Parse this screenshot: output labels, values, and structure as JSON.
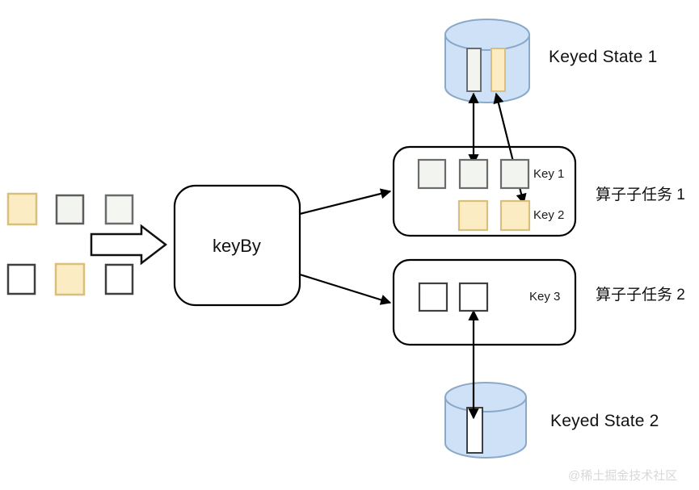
{
  "diagram": {
    "title": "Flink keyBy and Keyed State diagram",
    "process": {
      "keyby_label": "keyBy"
    },
    "input_stream": {
      "name": "input-records",
      "rows": [
        [
          {
            "id": "in-1",
            "fill": "#fcecc3",
            "stroke": "#d9bf7a"
          },
          {
            "id": "in-2",
            "fill": "#f2f4ef",
            "stroke": "#5c5c5c"
          },
          {
            "id": "in-3",
            "fill": "#f4f6f1",
            "stroke": "#6b6b6b"
          }
        ],
        [
          {
            "id": "in-4",
            "fill": "#ffffff",
            "stroke": "#3f3f3f"
          },
          {
            "id": "in-5",
            "fill": "#fcecc3",
            "stroke": "#d9bf7a"
          },
          {
            "id": "in-6",
            "fill": "#ffffff",
            "stroke": "#3f3f3f"
          }
        ]
      ]
    },
    "subtasks": [
      {
        "name": "operator-subtask-1",
        "label": "算子子任务 1",
        "key_rows": [
          {
            "key_label": "Key 1",
            "items": [
              {
                "id": "k1-a",
                "fill": "#f2f4ef",
                "stroke": "#6b6b6b"
              },
              {
                "id": "k1-b",
                "fill": "#f2f4ef",
                "stroke": "#6b6b6b"
              },
              {
                "id": "k1-c",
                "fill": "#f2f4ef",
                "stroke": "#6b6b6b"
              }
            ]
          },
          {
            "key_label": "Key 2",
            "items": [
              {
                "id": "k2-a",
                "fill": "#fcecc3",
                "stroke": "#d9bf7a"
              },
              {
                "id": "k2-b",
                "fill": "#fcecc3",
                "stroke": "#d9bf7a"
              }
            ]
          }
        ]
      },
      {
        "name": "operator-subtask-2",
        "label": "算子子任务 2",
        "key_rows": [
          {
            "key_label": "Key 3",
            "items": [
              {
                "id": "k3-a",
                "fill": "#ffffff",
                "stroke": "#3f3f3f"
              },
              {
                "id": "k3-b",
                "fill": "#ffffff",
                "stroke": "#3f3f3f"
              }
            ]
          }
        ]
      }
    ],
    "states": [
      {
        "name": "keyed-state-1",
        "label": "Keyed State 1",
        "fill": "#cfe1f6",
        "stroke": "#8aa9c9",
        "bars": [
          {
            "id": "st1-bar-gray",
            "fill": "#f2f4ef",
            "stroke": "#6b6b6b"
          },
          {
            "id": "st1-bar-yellow",
            "fill": "#fcecc3",
            "stroke": "#d9bf7a"
          }
        ]
      },
      {
        "name": "keyed-state-2",
        "label": "Keyed State 2",
        "fill": "#cfe1f6",
        "stroke": "#8aa9c9",
        "bars": [
          {
            "id": "st2-bar-white",
            "fill": "#ffffff",
            "stroke": "#3f3f3f"
          }
        ]
      }
    ],
    "colors": {
      "yellow_fill": "#fcecc3",
      "yellow_stroke": "#d9bf7a",
      "gray_fill": "#f2f4ef",
      "gray_stroke": "#6b6b6b",
      "white_fill": "#ffffff",
      "white_stroke": "#3f3f3f",
      "cylinder_fill": "#cfe1f6",
      "cylinder_stroke": "#8aa9c9",
      "line": "#000000",
      "watermark": "#d8d8d8"
    },
    "watermark": "@稀土掘金技术社区"
  }
}
